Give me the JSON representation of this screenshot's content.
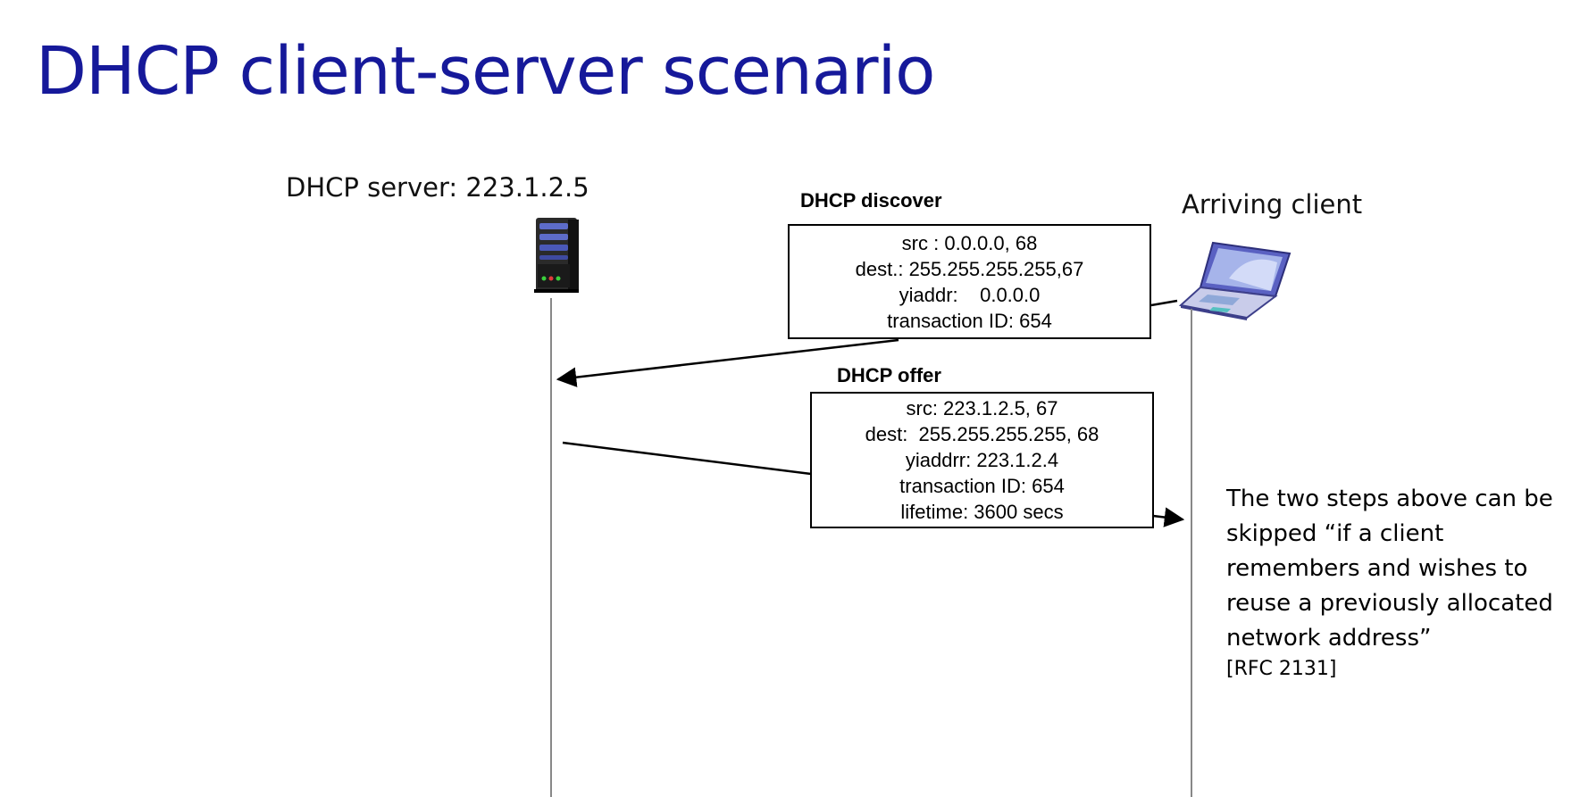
{
  "title": "DHCP client-server scenario",
  "server": {
    "label": "DHCP server: 223.1.2.5",
    "icon": "server-icon"
  },
  "client": {
    "label": "Arriving client",
    "icon": "laptop-icon"
  },
  "discover": {
    "title": "DHCP discover",
    "lines": [
      "src : 0.0.0.0, 68",
      "dest.: 255.255.255.255,67",
      "yiaddr:    0.0.0.0",
      "transaction ID: 654"
    ]
  },
  "offer": {
    "title": "DHCP offer",
    "lines": [
      "src: 223.1.2.5, 67",
      "dest:  255.255.255.255, 68",
      "yiaddrr: 223.1.2.4",
      "transaction ID: 654",
      "lifetime: 3600 secs"
    ]
  },
  "note": {
    "text": "The two steps above can be skipped “if a client remembers and wishes to reuse a previously allocated network address”",
    "ref": "[RFC 2131]"
  },
  "colors": {
    "title": "#16199a",
    "line": "#000000",
    "timeline": "#888888"
  }
}
